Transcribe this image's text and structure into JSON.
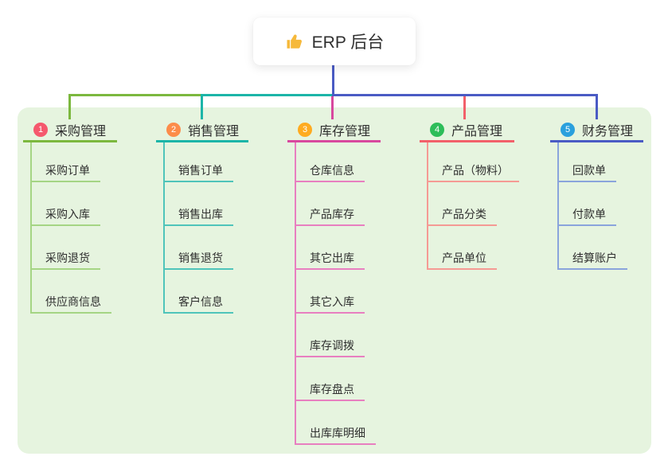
{
  "root": {
    "title": "ERP 后台",
    "icon": "thumbs-up-icon",
    "icon_color": "#f6b93b"
  },
  "colors": {
    "root_connector": "#4a5bc4",
    "panel_bg": "#e6f4df",
    "text": "#2f2f2f"
  },
  "branches": [
    {
      "num": "1",
      "label": "采购管理",
      "badge_color": "#f5586d",
      "line_color": "#7cb83e",
      "child_line_color": "#a5d584",
      "children": [
        "采购订单",
        "采购入库",
        "采购退货",
        "供应商信息"
      ]
    },
    {
      "num": "2",
      "label": "销售管理",
      "badge_color": "#fc8c4a",
      "line_color": "#1cb5a8",
      "child_line_color": "#4fc4ba",
      "children": [
        "销售订单",
        "销售出库",
        "销售退货",
        "客户信息"
      ]
    },
    {
      "num": "3",
      "label": "库存管理",
      "badge_color": "#ffab20",
      "line_color": "#d8489e",
      "child_line_color": "#e87fc0",
      "children": [
        "仓库信息",
        "产品库存",
        "其它出库",
        "其它入库",
        "库存调拨",
        "库存盘点",
        "出库库明细"
      ]
    },
    {
      "num": "4",
      "label": "产品管理",
      "badge_color": "#2dbd59",
      "line_color": "#f2606a",
      "child_line_color": "#f59a94",
      "children": [
        "产品（物料）",
        "产品分类",
        "产品单位"
      ]
    },
    {
      "num": "5",
      "label": "财务管理",
      "badge_color": "#2aa0dd",
      "line_color": "#4a5bc4",
      "child_line_color": "#8aa4dc",
      "children": [
        "回款单",
        "付款单",
        "结算账户"
      ]
    }
  ]
}
